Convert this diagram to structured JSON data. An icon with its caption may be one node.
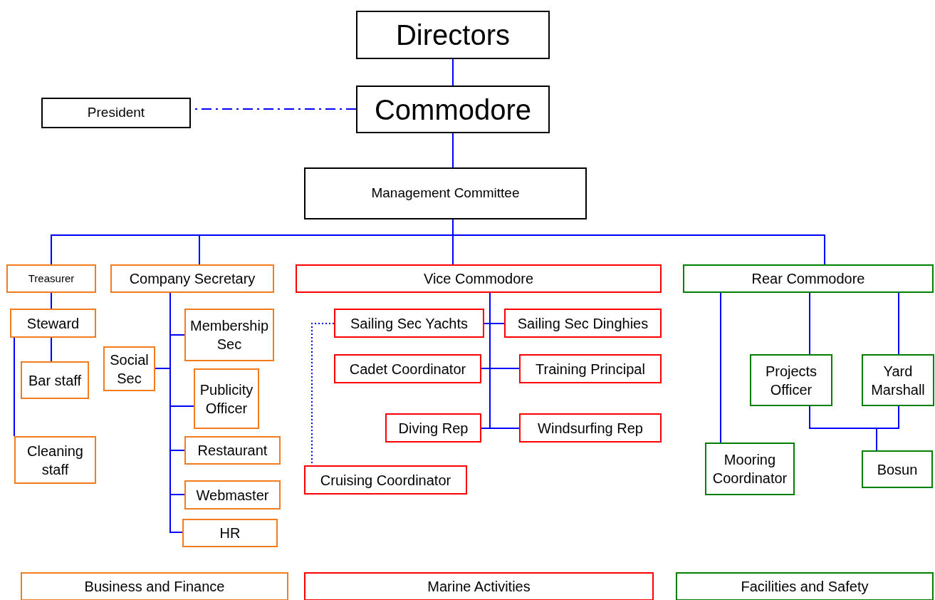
{
  "diagram": {
    "nodes": [
      {
        "text": [
          "Directors"
        ]
      },
      {
        "text": [
          "Commodore"
        ]
      },
      {
        "text": [
          "President"
        ]
      },
      {
        "text": [
          "Management Committee"
        ]
      },
      {
        "text": [
          "Treasurer"
        ]
      },
      {
        "text": [
          "Company Secretary"
        ]
      },
      {
        "text": [
          "Vice Commodore"
        ]
      },
      {
        "text": [
          "Rear Commodore"
        ]
      },
      {
        "text": [
          "Steward"
        ]
      },
      {
        "text": [
          "Bar staff"
        ]
      },
      {
        "text": [
          "Cleaning staff"
        ]
      },
      {
        "text": [
          "Social Sec"
        ]
      },
      {
        "text": [
          "Membership Sec"
        ]
      },
      {
        "text": [
          "Publicity Officer"
        ]
      },
      {
        "text": [
          "Restaurant"
        ]
      },
      {
        "text": [
          "Webmaster"
        ]
      },
      {
        "text": [
          "HR"
        ]
      },
      {
        "text": [
          "Sailing Sec Yachts"
        ]
      },
      {
        "text": [
          "Sailing Sec Dinghies"
        ]
      },
      {
        "text": [
          "Cadet Coordinator"
        ]
      },
      {
        "text": [
          "Training Principal"
        ]
      },
      {
        "text": [
          "Diving Rep"
        ]
      },
      {
        "text": [
          "Windsurfing Rep"
        ]
      },
      {
        "text": [
          "Cruising Coordinator"
        ]
      },
      {
        "text": [
          "Projects Officer"
        ]
      },
      {
        "text": [
          "Yard Marshall"
        ]
      },
      {
        "text": [
          "Mooring Coordinator"
        ]
      },
      {
        "text": [
          "Bosun"
        ]
      },
      {
        "text": [
          "Business and Finance"
        ]
      },
      {
        "text": [
          "Marine Activities"
        ]
      },
      {
        "text": [
          "Facilities and Safety"
        ]
      }
    ],
    "edges": [
      {
        "from": 0,
        "to": 1,
        "arrow": "none"
      },
      {
        "from": 1,
        "to": 2,
        "arrow": "none",
        "style": "dashed"
      },
      {
        "from": 1,
        "to": 3,
        "arrow": "none"
      },
      {
        "from": 3,
        "to": 4,
        "arrow": "none"
      },
      {
        "from": 3,
        "to": 5,
        "arrow": "none"
      },
      {
        "from": 3,
        "to": 6,
        "arrow": "none"
      },
      {
        "from": 3,
        "to": 7,
        "arrow": "none"
      },
      {
        "from": 4,
        "to": 8,
        "arrow": "none"
      },
      {
        "from": 8,
        "to": 9,
        "arrow": "none"
      },
      {
        "from": 8,
        "to": 10,
        "arrow": "none"
      },
      {
        "from": 5,
        "to": 11,
        "arrow": "none"
      },
      {
        "from": 5,
        "to": 12,
        "arrow": "none"
      },
      {
        "from": 5,
        "to": 13,
        "arrow": "none"
      },
      {
        "from": 5,
        "to": 14,
        "arrow": "none"
      },
      {
        "from": 5,
        "to": 15,
        "arrow": "none"
      },
      {
        "from": 5,
        "to": 16,
        "arrow": "none"
      },
      {
        "from": 6,
        "to": 17,
        "arrow": "none"
      },
      {
        "from": 6,
        "to": 18,
        "arrow": "none"
      },
      {
        "from": 6,
        "to": 19,
        "arrow": "none"
      },
      {
        "from": 6,
        "to": 20,
        "arrow": "none"
      },
      {
        "from": 6,
        "to": 21,
        "arrow": "none"
      },
      {
        "from": 6,
        "to": 22,
        "arrow": "none"
      },
      {
        "from": 17,
        "to": 23,
        "arrow": "none",
        "style": "dashed"
      },
      {
        "from": 7,
        "to": 26,
        "arrow": "none"
      },
      {
        "from": 7,
        "to": 24,
        "arrow": "none"
      },
      {
        "from": 7,
        "to": 25,
        "arrow": "none"
      },
      {
        "from": 24,
        "to": 27,
        "arrow": "none"
      },
      {
        "from": 25,
        "to": 27,
        "arrow": "none"
      }
    ]
  }
}
